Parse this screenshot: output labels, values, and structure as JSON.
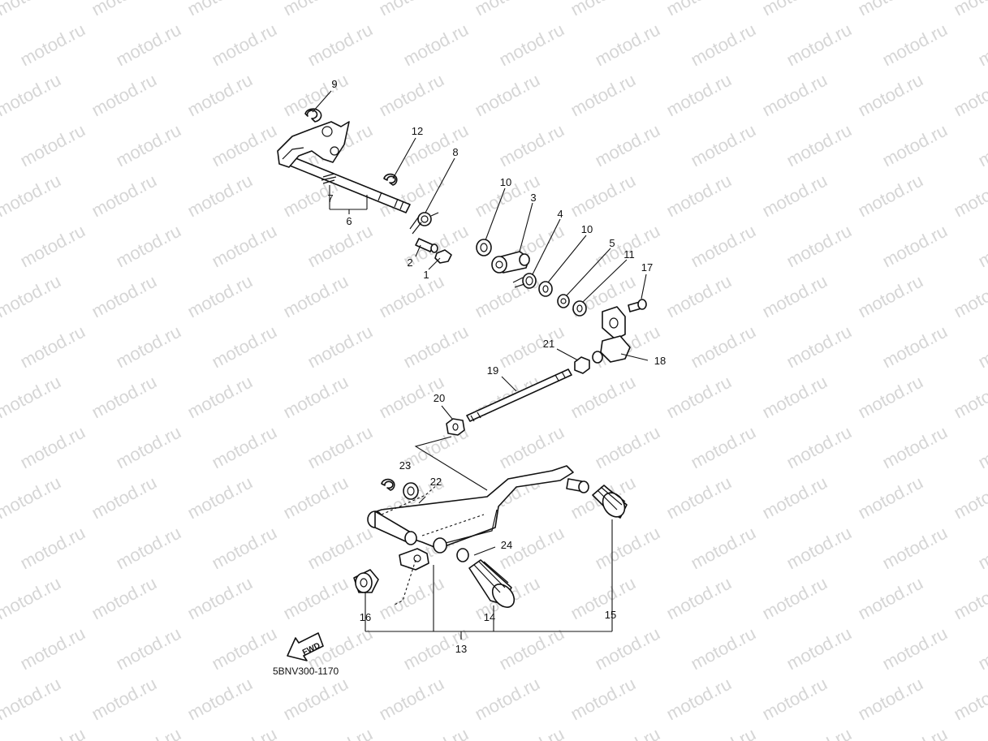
{
  "watermark": "motod.ru",
  "diagram_code": "5BNV300-1170",
  "fwd_label": "FWD",
  "callouts": [
    "1",
    "2",
    "3",
    "4",
    "5",
    "6",
    "7",
    "8",
    "9",
    "10",
    "10",
    "11",
    "12",
    "13",
    "14",
    "15",
    "16",
    "17",
    "18",
    "19",
    "20",
    "21",
    "22",
    "23",
    "24"
  ],
  "colors": {
    "line": "#111111",
    "watermark": "#d6d6d6",
    "background": "#ffffff"
  }
}
